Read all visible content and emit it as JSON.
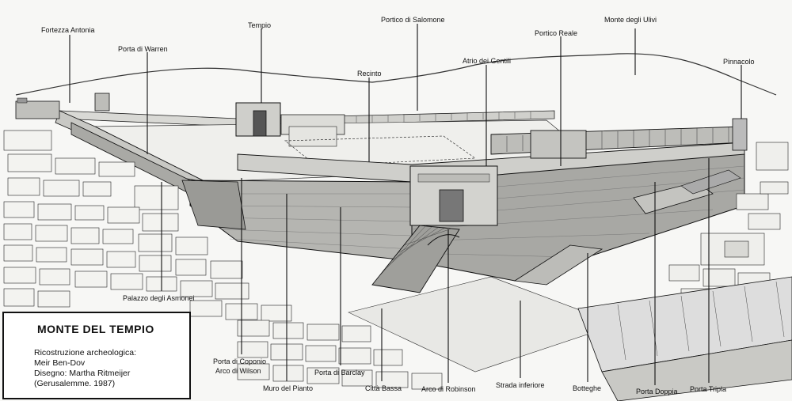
{
  "title": "MONTE DEL TEMPIO",
  "credits": [
    "Ricostruzione archeologica:",
    "Meir Ben-Dov",
    "Disegno: Martha Ritmeijer",
    "(Gerusalemme. 1987)"
  ],
  "labels": {
    "fortezza": "Fortezza Antonia",
    "tempio": "Tempio",
    "portico_salomone": "Portico di Salomone",
    "monte_ulivi": "Monte degli Ulivi",
    "porta_warren": "Porta di Warren",
    "portico_reale": "Portico Reale",
    "atrio_gentili": "Atrio dei Gentili",
    "recinto": "Recinto",
    "pinnacolo": "Pinnacolo",
    "palazzo": "Palazzo degli Asmonei",
    "porta_coponio": "Porta di Coponio",
    "arco_wilson": "Arco di Wilson",
    "muro_pianto": "Muro del Pianto",
    "porta_barclay": "Porta di Barclay",
    "citta_bassa": "Città Bassa",
    "arco_robinson": "Arco di Robinson",
    "strada_inferiore": "Strada inferiore",
    "botteghe": "Botteghe",
    "porta_doppia": "Porta Doppia",
    "porta_tripla": "Porta Tripla"
  }
}
